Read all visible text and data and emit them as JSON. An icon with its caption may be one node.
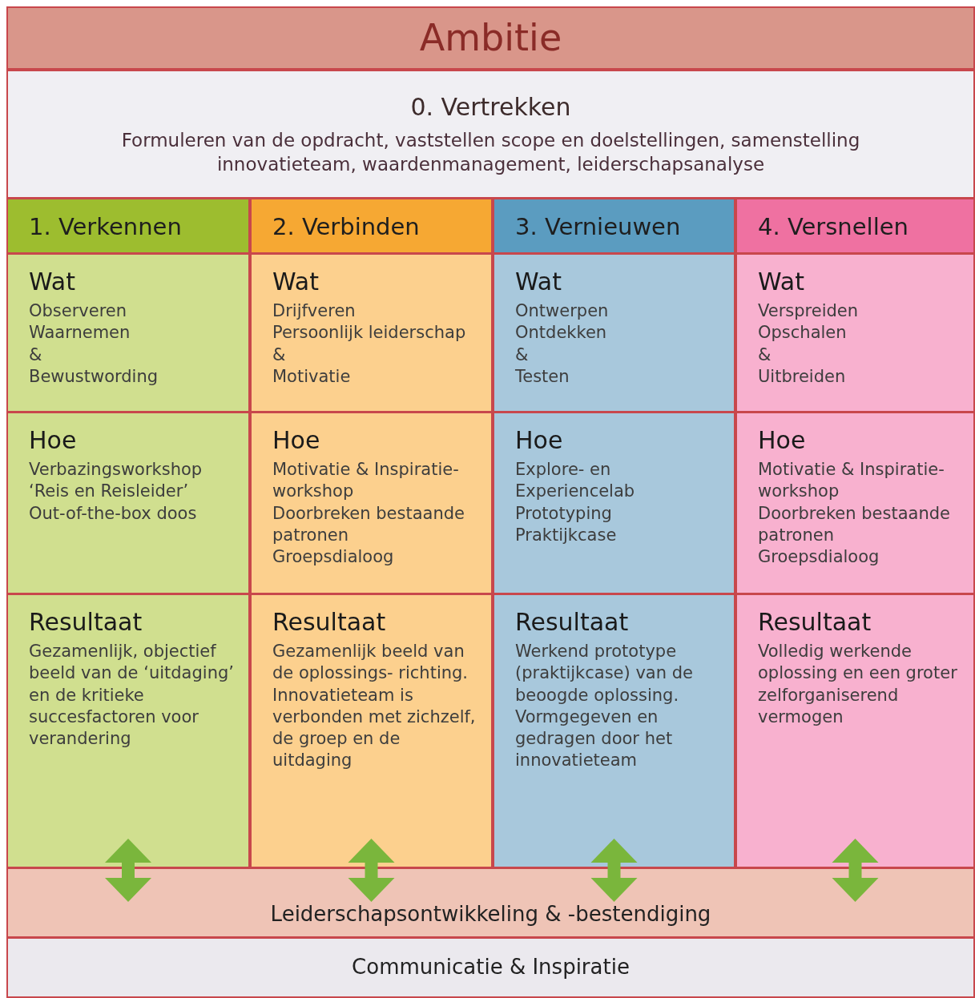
{
  "diagram": {
    "nodes": [
      {
        "text": [
          "Ambitie"
        ]
      },
      {
        "text": [
          "0. Vertrekken",
          "Formuleren van de opdracht, vaststellen scope en doelstellingen, samenstelling innovatieteam, waardenmanagement, leiderschapsanalyse"
        ]
      },
      {
        "text": [
          "1. Verkennen"
        ]
      },
      {
        "text": [
          "2. Verbinden"
        ]
      },
      {
        "text": [
          "3. Vernieuwen"
        ]
      },
      {
        "text": [
          "4. Versnellen"
        ]
      },
      {
        "text": [
          "Wat",
          "Observeren",
          "Waarnemen",
          "&",
          "Bewustwording"
        ]
      },
      {
        "text": [
          "Wat",
          "Drijfveren",
          "Persoonlijk leiderschap",
          "&",
          "Motivatie"
        ]
      },
      {
        "text": [
          "Wat",
          "Ontwerpen",
          "Ontdekken",
          "&",
          "Testen"
        ]
      },
      {
        "text": [
          "Wat",
          "Verspreiden",
          "Opschalen",
          "&",
          "Uitbreiden"
        ]
      },
      {
        "text": [
          "Hoe",
          "Verbazingsworkshop",
          "‘Reis en Reisleider’",
          "Out-of-the-box doos"
        ]
      },
      {
        "text": [
          "Hoe",
          "Motivatie & Inspiratie- workshop",
          "Doorbreken bestaande patronen",
          "Groepsdialoog"
        ]
      },
      {
        "text": [
          "Hoe",
          "Explore- en Experiencelab",
          "Prototyping",
          "Praktijkcase"
        ]
      },
      {
        "text": [
          "Hoe",
          "Motivatie & Inspiratie- workshop",
          "Doorbreken bestaande patronen",
          "Groepsdialoog"
        ]
      },
      {
        "text": [
          "Resultaat",
          "Gezamenlijk, objectief beeld van de ‘uitdaging’ en de kritieke succesfactoren voor verandering"
        ]
      },
      {
        "text": [
          "Resultaat",
          "Gezamenlijk beeld van de oplossings- richting. Innovatieteam is verbonden met zichzelf, de groep en de uitdaging"
        ]
      },
      {
        "text": [
          "Resultaat",
          "Werkend prototype (praktijkcase) van de beoogde oplossing. Vormgegeven en gedragen door het innovatieteam"
        ]
      },
      {
        "text": [
          "Resultaat",
          "Volledig werkende oplossing en een groter zelforganiserend vermogen"
        ]
      },
      {
        "text": [
          "Leiderschapsontwikkeling & -bestendiging"
        ]
      },
      {
        "text": [
          "Communicatie & Inspiratie"
        ]
      }
    ],
    "edges": [
      {
        "from": 14,
        "to": 18,
        "arrow": "both",
        "color": "#7ab63c"
      },
      {
        "from": 15,
        "to": 18,
        "arrow": "both",
        "color": "#7ab63c"
      },
      {
        "from": 16,
        "to": 18,
        "arrow": "both",
        "color": "#7ab63c"
      },
      {
        "from": 17,
        "to": 18,
        "arrow": "both",
        "color": "#7ab63c"
      }
    ]
  }
}
